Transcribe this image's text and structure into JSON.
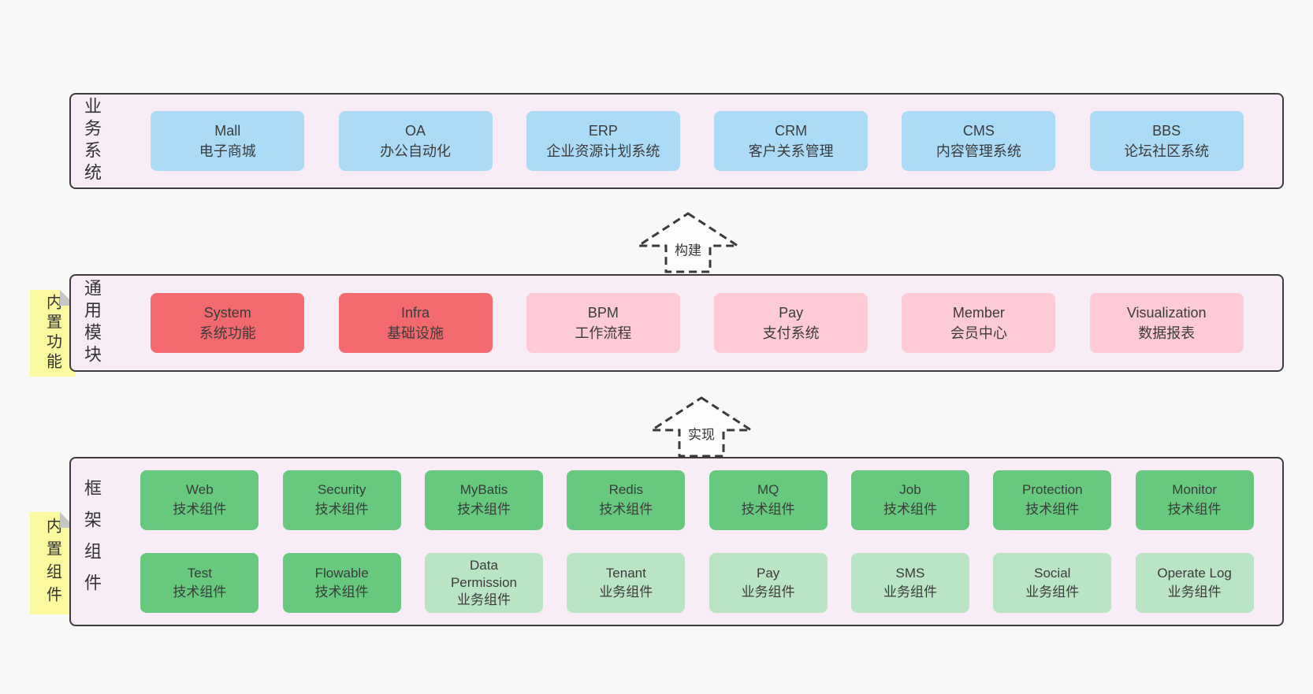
{
  "palette": {
    "page_background": "#f8f8f8",
    "container_fill": "#f8edf6",
    "container_border": "#3d3d3d",
    "blue_box": "#abdbf7",
    "red_box": "#f36a6e",
    "pink_box": "#fdcad5",
    "green_box": "#66c97d",
    "light_green_box": "#b9e5c4",
    "tab_yellow": "#faf9a0",
    "tab_fold_gray": "#c6c6c6",
    "text": "#3b3b3b"
  },
  "layers": [
    {
      "label": "业务系统",
      "boxes": [
        {
          "title": "Mall",
          "subtitle": "电子商城"
        },
        {
          "title": "OA",
          "subtitle": "办公自动化"
        },
        {
          "title": "ERP",
          "subtitle": "企业资源计划系统"
        },
        {
          "title": "CRM",
          "subtitle": "客户关系管理"
        },
        {
          "title": "CMS",
          "subtitle": "内容管理系统"
        },
        {
          "title": "BBS",
          "subtitle": "论坛社区系统"
        }
      ]
    },
    {
      "label": "通用模块",
      "tab": "内置功能",
      "boxes": [
        {
          "title": "System",
          "subtitle": "系统功能",
          "color": "red"
        },
        {
          "title": "Infra",
          "subtitle": "基础设施",
          "color": "red"
        },
        {
          "title": "BPM",
          "subtitle": "工作流程",
          "color": "pink"
        },
        {
          "title": "Pay",
          "subtitle": "支付系统",
          "color": "pink"
        },
        {
          "title": "Member",
          "subtitle": "会员中心",
          "color": "pink"
        },
        {
          "title": "Visualization",
          "subtitle": "数据报表",
          "color": "pink"
        }
      ]
    },
    {
      "label": "框架组件",
      "tab": "内置组件",
      "rows": [
        [
          {
            "title": "Web",
            "subtitle": "技术组件",
            "color": "green"
          },
          {
            "title": "Security",
            "subtitle": "技术组件",
            "color": "green"
          },
          {
            "title": "MyBatis",
            "subtitle": "技术组件",
            "color": "green"
          },
          {
            "title": "Redis",
            "subtitle": "技术组件",
            "color": "green"
          },
          {
            "title": "MQ",
            "subtitle": "技术组件",
            "color": "green"
          },
          {
            "title": "Job",
            "subtitle": "技术组件",
            "color": "green"
          },
          {
            "title": "Protection",
            "subtitle": "技术组件",
            "color": "green"
          },
          {
            "title": "Monitor",
            "subtitle": "技术组件",
            "color": "green"
          }
        ],
        [
          {
            "title": "Test",
            "subtitle": "技术组件",
            "color": "green"
          },
          {
            "title": "Flowable",
            "subtitle": "技术组件",
            "color": "green"
          },
          {
            "title": "Data Permission",
            "subtitle": "业务组件",
            "color": "light_green"
          },
          {
            "title": "Tenant",
            "subtitle": "业务组件",
            "color": "light_green"
          },
          {
            "title": "Pay",
            "subtitle": "业务组件",
            "color": "light_green"
          },
          {
            "title": "SMS",
            "subtitle": "业务组件",
            "color": "light_green"
          },
          {
            "title": "Social",
            "subtitle": "业务组件",
            "color": "light_green"
          },
          {
            "title": "Operate Log",
            "subtitle": "业务组件",
            "color": "light_green"
          }
        ]
      ]
    }
  ],
  "arrows": [
    {
      "label": "构建"
    },
    {
      "label": "实现"
    }
  ]
}
